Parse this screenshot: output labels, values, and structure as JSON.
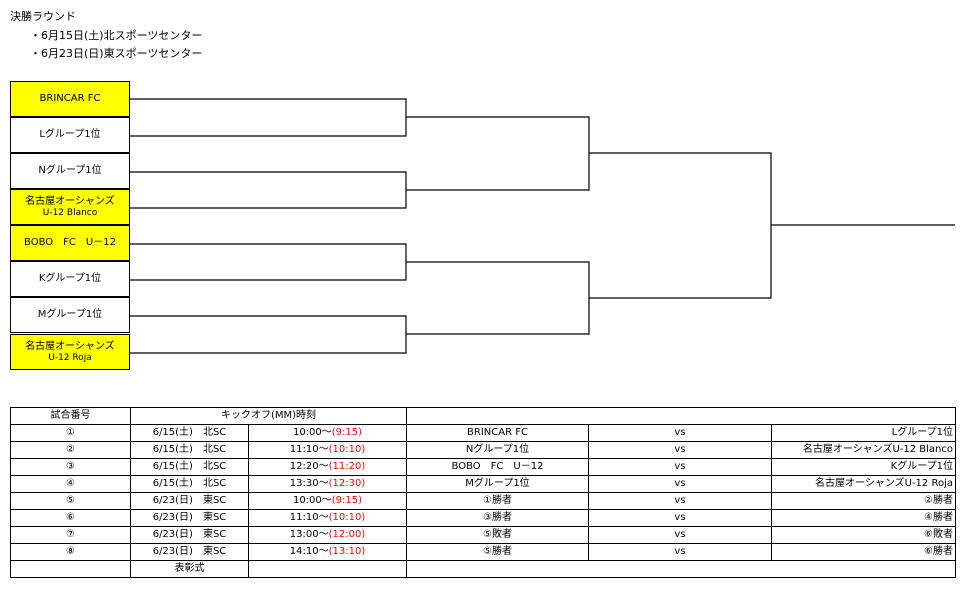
{
  "header": {
    "title": "決勝ラウンド",
    "venue_lines": [
      "・6月15日(土)北スポーツセンター",
      "・6月23日(日)東スポーツセンター"
    ]
  },
  "bracket": {
    "teams": [
      {
        "line1": "BRINCAR FC",
        "line2": "",
        "highlight": true
      },
      {
        "line1": "Lグループ1位",
        "line2": "",
        "highlight": false
      },
      {
        "line1": "Nグループ1位",
        "line2": "",
        "highlight": false
      },
      {
        "line1": "名古屋オーシャンズ",
        "line2": "U-12 Blanco",
        "highlight": true
      },
      {
        "line1": "BOBO　FC　U－12",
        "line2": "",
        "highlight": true
      },
      {
        "line1": "Kグループ1位",
        "line2": "",
        "highlight": false
      },
      {
        "line1": "Mグループ1位",
        "line2": "",
        "highlight": false
      },
      {
        "line1": "名古屋オーシャンズ",
        "line2": "U-12 Roja",
        "highlight": true
      }
    ]
  },
  "schedule": {
    "headers": {
      "match_no": "試合番号",
      "kickoff": "キックオフ(MM)時刻"
    },
    "vs_label": "vs",
    "rows": [
      {
        "no": "①",
        "date": "6/15(土)　北SC",
        "time": "10:00～",
        "mm": "(9:15)",
        "home": "BRINCAR FC",
        "away": "Lグループ1位"
      },
      {
        "no": "②",
        "date": "6/15(土)　北SC",
        "time": "11:10～",
        "mm": "(10:10)",
        "home": "Nグループ1位",
        "away": "名古屋オーシャンズU-12 Blanco"
      },
      {
        "no": "③",
        "date": "6/15(土)　北SC",
        "time": "12:20～",
        "mm": "(11:20)",
        "home": "BOBO　FC　U－12",
        "away": "Kグループ1位"
      },
      {
        "no": "④",
        "date": "6/15(土)　北SC",
        "time": "13:30～",
        "mm": "(12:30)",
        "home": "Mグループ1位",
        "away": "名古屋オーシャンズU-12 Roja"
      },
      {
        "no": "⑤",
        "date": "6/23(日)　東SC",
        "time": "10:00～",
        "mm": "(9:15)",
        "home": "①勝者",
        "away": "②勝者"
      },
      {
        "no": "⑥",
        "date": "6/23(日)　東SC",
        "time": "11:10～",
        "mm": "(10:10)",
        "home": "③勝者",
        "away": "④勝者"
      },
      {
        "no": "⑦",
        "date": "6/23(日)　東SC",
        "time": "13:00～",
        "mm": "(12:00)",
        "home": "⑤敗者",
        "away": "⑥敗者"
      },
      {
        "no": "⑧",
        "date": "6/23(日)　東SC",
        "time": "14:10～",
        "mm": "(13:10)",
        "home": "⑤勝者",
        "away": "⑥勝者"
      }
    ],
    "ceremony_label": "表彰式"
  }
}
